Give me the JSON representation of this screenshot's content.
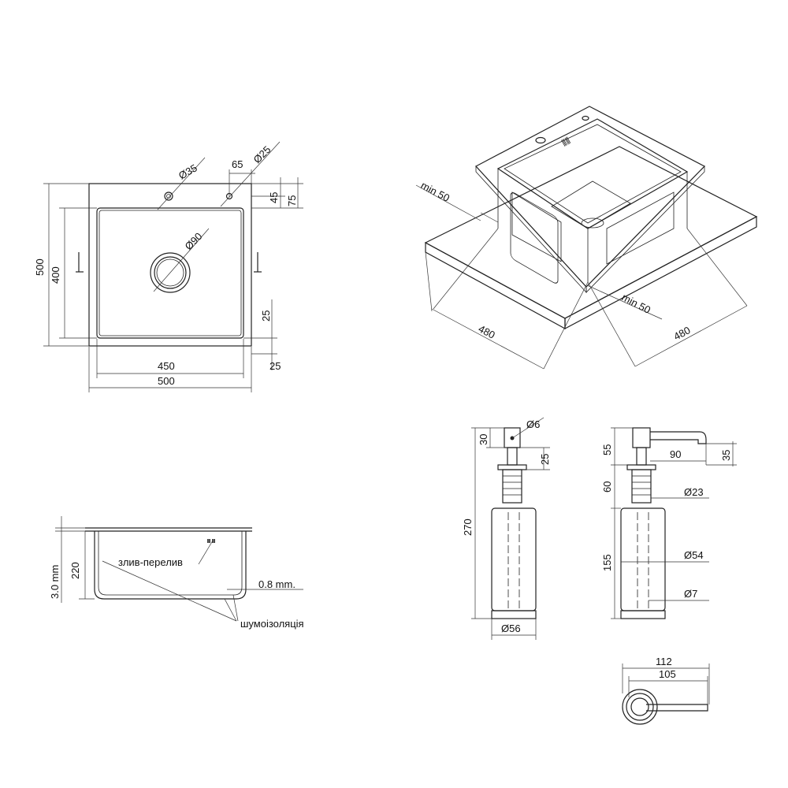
{
  "top_view": {
    "d35": "Ø35",
    "d25": "Ø25",
    "d65": "65",
    "d45": "45",
    "d75": "75",
    "d90": "Ø90",
    "d500v": "500",
    "d400": "400",
    "d25r": "25",
    "d450": "450",
    "d500h": "500",
    "d25b": "25"
  },
  "iso_view": {
    "min50a": "min 50",
    "min50b": "min 50",
    "w480a": "480",
    "w480b": "480"
  },
  "section_view": {
    "h3": "3.0 mm",
    "h220": "220",
    "t08": "0.8 mm.",
    "drain": "злив-перелив",
    "insul": "шумоізоляція"
  },
  "dispenser_front": {
    "d6": "Ø6",
    "h30": "30",
    "h25": "25",
    "h270": "270",
    "d56": "Ø56"
  },
  "dispenser_side": {
    "h55": "55",
    "w90": "90",
    "h35": "35",
    "h60": "60",
    "d23": "Ø23",
    "h155": "155",
    "d54": "Ø54",
    "d7": "Ø7"
  },
  "dispenser_top": {
    "w112": "112",
    "w105": "105"
  }
}
